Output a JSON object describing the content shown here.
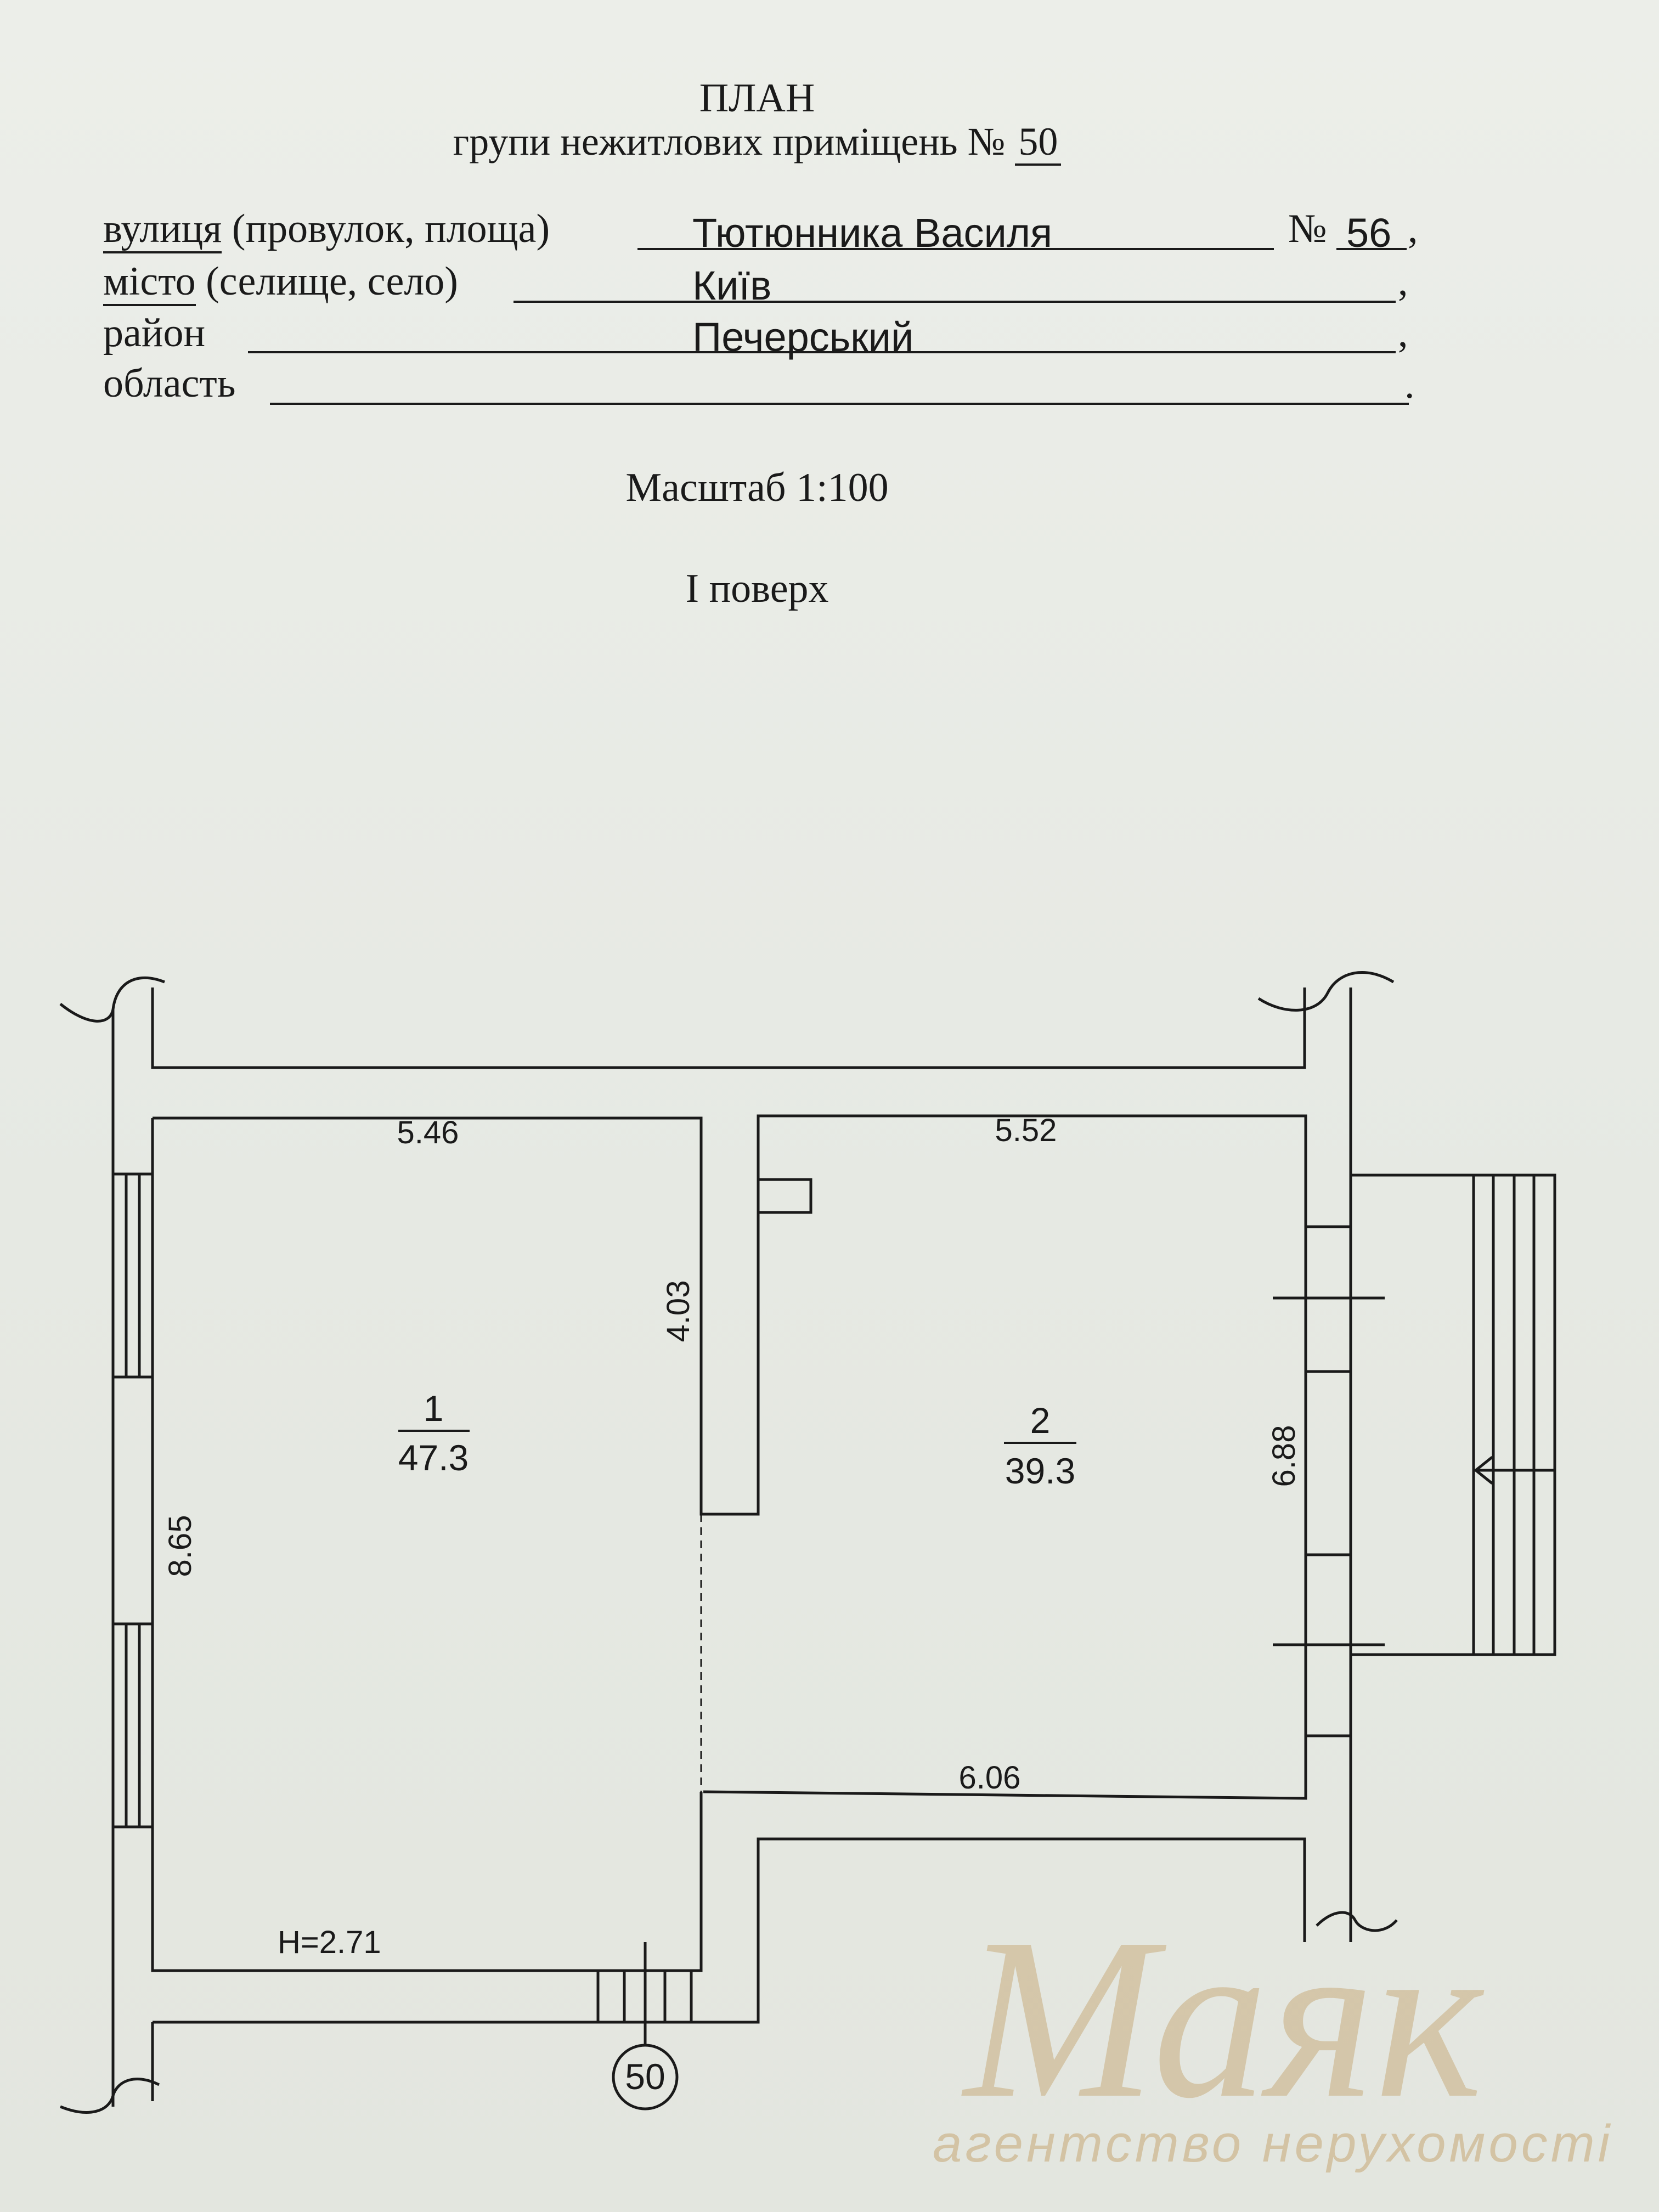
{
  "header": {
    "title": "ПЛАН",
    "subtitle_prefix": "групи нежитлових приміщень №",
    "group_number": "50"
  },
  "address": {
    "street_label": "вулиця",
    "street_hint": "(провулок, площа)",
    "street_value": "Тютюнника Василя",
    "number_label": "№",
    "number_value": "56",
    "city_label": "місто",
    "city_hint": "(селище, село)",
    "city_value": "Київ",
    "district_label": "район",
    "district_value": "Печерський",
    "region_label": "область",
    "region_value": ""
  },
  "scale_text": "Масштаб 1:100",
  "floor_text": "І поверх",
  "plan": {
    "rooms": [
      {
        "number": "1",
        "area": "47.3"
      },
      {
        "number": "2",
        "area": "39.3"
      }
    ],
    "dimensions": {
      "room1_top": "5.46",
      "room2_top": "5.52",
      "room1_left": "8.65",
      "partition": "4.03",
      "room2_right": "6.88",
      "room2_bottom": "6.06",
      "height": "H=2.71"
    },
    "entrance_marker": "50"
  },
  "watermark": {
    "brand": "Маяк",
    "tagline": "агентство нерухомості"
  }
}
